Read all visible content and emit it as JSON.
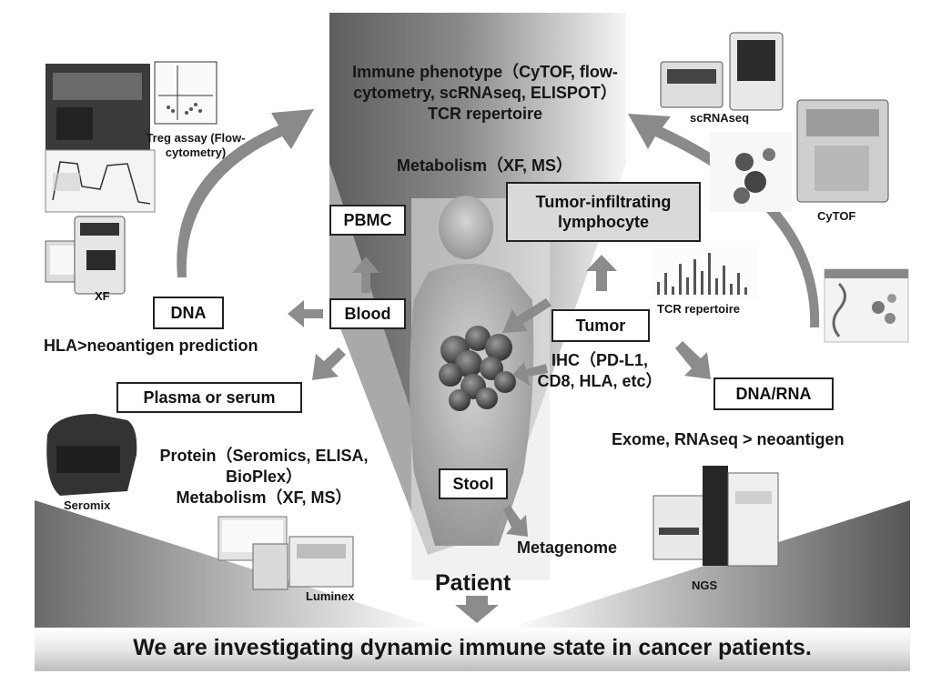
{
  "top_text": {
    "immune_line1": "Immune phenotype（CyTOF, flow-",
    "immune_line2": "cytometry, scRNAseq, ELISPOT）",
    "immune_line3": "TCR repertoire",
    "metabolism_top": "Metabolism（XF, MS）"
  },
  "boxes": {
    "pbmc": "PBMC",
    "blood": "Blood",
    "dna": "DNA",
    "plasma": "Plasma or serum",
    "til_line1": "Tumor-infiltrating",
    "til_line2": "lymphocyte",
    "tumor": "Tumor",
    "dna_rna": "DNA/RNA",
    "stool": "Stool"
  },
  "texts": {
    "hla": "HLA>neoantigen prediction",
    "protein_line1": "Protein（Seromics, ELISA,",
    "protein_line2": "BioPlex）",
    "metabolism_bottom": "Metabolism（XF, MS）",
    "ihc_line1": "IHC（PD-L1,",
    "ihc_line2": "CD8, HLA, etc）",
    "exome": "Exome, RNAseq > neoantigen",
    "metagenome": "Metagenome",
    "patient": "Patient",
    "banner": "We are investigating dynamic immune state in cancer patients."
  },
  "device_labels": {
    "treg_line1": "Treg assay (Flow-",
    "treg_line2": "cytometry)",
    "xf": "XF",
    "scrnaseq": "scRNAseq",
    "cytof": "CyTOF",
    "tcr": "TCR repertoire",
    "seromix": "Seromix",
    "luminex": "Luminex",
    "ngs": "NGS"
  },
  "colors": {
    "banner_dark": "#4a4a4a",
    "banner_light": "#f2f2f2",
    "funnel_dark": "#5a5a5a",
    "arrow_gray": "#7a7a7a",
    "box_shade": "#d9d9d9"
  }
}
